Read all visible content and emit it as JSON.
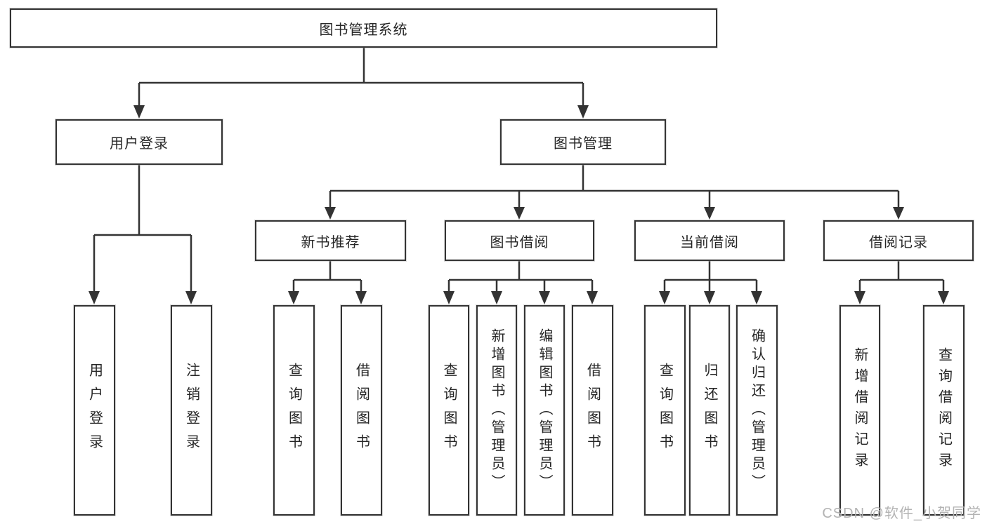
{
  "diagram": {
    "title_node": "图书管理系统",
    "branches": [
      {
        "label": "用户登录"
      },
      {
        "label": "图书管理"
      }
    ],
    "groups": [
      {
        "label": "新书推荐"
      },
      {
        "label": "图书借阅"
      },
      {
        "label": "当前借阅"
      },
      {
        "label": "借阅记录"
      }
    ],
    "leaves": [
      {
        "label": "用户登录"
      },
      {
        "label": "注销登录"
      },
      {
        "label": "查询图书"
      },
      {
        "label": "借阅图书"
      },
      {
        "label": "查询图书"
      },
      {
        "label": "新增图书（管理员）"
      },
      {
        "label": "编辑图书（管理员）"
      },
      {
        "label": "借阅图书"
      },
      {
        "label": "查询图书"
      },
      {
        "label": "归还图书"
      },
      {
        "label": "确认归还（管理员）"
      },
      {
        "label": "新增借阅记录"
      },
      {
        "label": "查询借阅记录"
      }
    ]
  },
  "colors": {
    "line": "#333333",
    "box_border": "#333333",
    "text": "#262626",
    "watermark": "#b3b3b3",
    "background": "#ffffff"
  },
  "watermark": {
    "text": "CSDN @软件_小贺同学"
  }
}
